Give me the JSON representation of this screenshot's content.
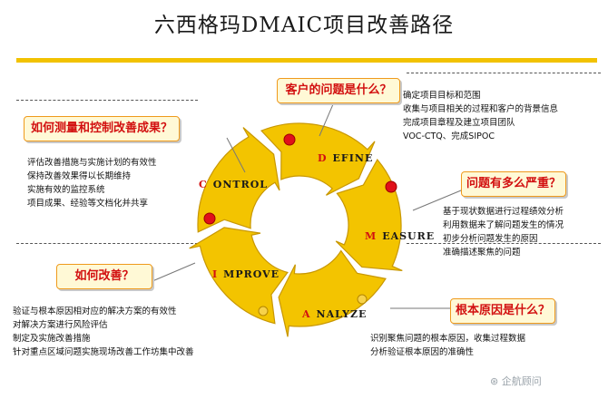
{
  "title": "六西格玛DMAIC项目改善路径",
  "phases": {
    "define": {
      "first": "D",
      "rest": "EFINE"
    },
    "measure": {
      "first": "M",
      "rest": "EASURE"
    },
    "analyze": {
      "first": "A",
      "rest": "NALYZE"
    },
    "improve": {
      "first": "I",
      "rest": "MPROVE"
    },
    "control": {
      "first": "C",
      "rest": "ONTROL"
    }
  },
  "callouts": {
    "define": "客户的问题是什么？",
    "measure": "问题有多么严重？",
    "analyze": "根本原因是什么？",
    "improve": "如何改善？",
    "control": "如何测量和控制改善成果？"
  },
  "notes": {
    "define": [
      "确定项目目标和范围",
      "收集与项目相关的过程和客户的背景信息",
      "完成项目章程及建立项目团队",
      "VOC-CTQ、完成SIPOC"
    ],
    "measure": [
      "基于现状数据进行过程绩效分析",
      "利用数据来了解问题发生的情况",
      "初步分析问题发生的原因",
      "准确描述聚焦的问题"
    ],
    "analyze": [
      "识别聚焦问题的根本原因，收集过程数据",
      "分析验证根本原因的准确性"
    ],
    "improve": [
      "验证与根本原因相对应的解决方案的有效性",
      "对解决方案进行风险评估",
      "制定及实施改善措施",
      "针对重点区域问题实施现场改善工作坊集中改善"
    ],
    "control": [
      "评估改善措施与实施计划的有效性",
      "保持改善效果得以长期维持",
      "实施有效的监控系统",
      "项目成果、经验等文档化并共享"
    ]
  },
  "watermark": "企航顾问",
  "colors": {
    "arrow_fill": "#f3c400",
    "arrow_stroke": "#c89700",
    "callout_text": "#d21010",
    "callout_border": "#ef9a1c",
    "dot_red": "#e0101a",
    "dot_yellow": "#f7d24a"
  }
}
